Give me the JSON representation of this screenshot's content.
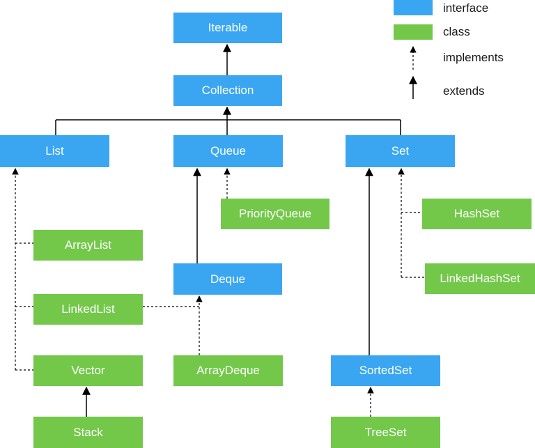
{
  "colors": {
    "interface": "#3aa6f2",
    "class": "#73c84a",
    "line": "#000000"
  },
  "legend": {
    "interface_label": "interface",
    "class_label": "class",
    "implements_label": "implements",
    "extends_label": "extends"
  },
  "nodes": {
    "iterable": "Iterable",
    "collection": "Collection",
    "list": "List",
    "queue": "Queue",
    "set": "Set",
    "priority_queue": "PriorityQueue",
    "hash_set": "HashSet",
    "array_list": "ArrayList",
    "deque": "Deque",
    "linked_hash_set": "LinkedHashSet",
    "linked_list": "LinkedList",
    "vector": "Vector",
    "array_deque": "ArrayDeque",
    "sorted_set": "SortedSet",
    "stack": "Stack",
    "tree_set": "TreeSet"
  },
  "relations": [
    {
      "from": "Collection",
      "to": "Iterable",
      "kind": "extends"
    },
    {
      "from": "List",
      "to": "Collection",
      "kind": "extends"
    },
    {
      "from": "Queue",
      "to": "Collection",
      "kind": "extends"
    },
    {
      "from": "Set",
      "to": "Collection",
      "kind": "extends"
    },
    {
      "from": "PriorityQueue",
      "to": "Queue",
      "kind": "implements"
    },
    {
      "from": "Deque",
      "to": "Queue",
      "kind": "extends"
    },
    {
      "from": "ArrayDeque",
      "to": "Deque",
      "kind": "implements"
    },
    {
      "from": "LinkedList",
      "to": "Deque",
      "kind": "implements"
    },
    {
      "from": "ArrayList",
      "to": "List",
      "kind": "implements"
    },
    {
      "from": "LinkedList",
      "to": "List",
      "kind": "implements"
    },
    {
      "from": "Vector",
      "to": "List",
      "kind": "implements"
    },
    {
      "from": "Stack",
      "to": "Vector",
      "kind": "extends"
    },
    {
      "from": "HashSet",
      "to": "Set",
      "kind": "implements"
    },
    {
      "from": "LinkedHashSet",
      "to": "Set",
      "kind": "implements"
    },
    {
      "from": "SortedSet",
      "to": "Set",
      "kind": "extends"
    },
    {
      "from": "TreeSet",
      "to": "SortedSet",
      "kind": "implements"
    }
  ]
}
